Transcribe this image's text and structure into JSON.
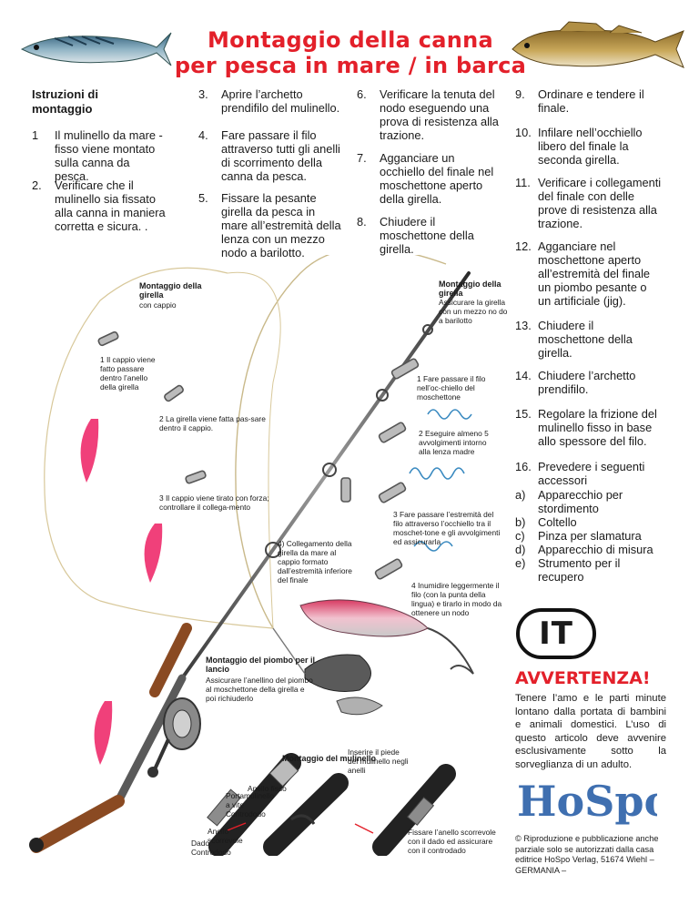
{
  "title": {
    "line1": "Montaggio della canna",
    "line2": "per pesca in mare / in barca"
  },
  "instructions_heading": "Istruzioni di montaggio",
  "steps": [
    {
      "n": "1",
      "text": "Il mulinello da mare - fisso viene montato sulla canna da pesca."
    },
    {
      "n": "2.",
      "text": "Verificare che il mulinello sia fissato alla canna in maniera corretta e sicura. ."
    },
    {
      "n": "3.",
      "text": "Aprire l’archetto prendifilo del mulinello."
    },
    {
      "n": "4.",
      "text": "Fare passare il filo attraverso tutti gli anelli di scorrimento della canna da pesca."
    },
    {
      "n": "5.",
      "text": "Fissare la pesante girella da pesca in mare all’estremità della lenza con un mezzo nodo a barilotto."
    },
    {
      "n": "6.",
      "text": "Verificare la tenuta del nodo eseguendo una prova di resistenza alla trazione."
    },
    {
      "n": "7.",
      "text": "Agganciare un occhiello del finale nel moschettone aperto della girella."
    },
    {
      "n": "8.",
      "text": "Chiudere il moschettone della girella."
    },
    {
      "n": "9.",
      "text": "Ordinare e tendere il finale."
    },
    {
      "n": "10.",
      "text": "Infilare nell’occhiello libero del finale la seconda girella."
    },
    {
      "n": "11.",
      "text": "Verificare i collegamenti del finale con delle prove di resistenza alla trazione."
    },
    {
      "n": "12.",
      "text": "Agganciare nel moschettone aperto all’estremità del finale un piombo pesante o un artificiale (jig)."
    },
    {
      "n": "13.",
      "text": "Chiudere il moschettone della girella."
    },
    {
      "n": "14.",
      "text": "Chiudere l’archetto prendifilo."
    },
    {
      "n": "15.",
      "text": "Regolare la frizione del mulinello fisso in base allo spessore del filo."
    },
    {
      "n": "16.",
      "text": "Prevedere i seguenti accessori"
    }
  ],
  "accessories": [
    {
      "k": "a)",
      "text": "Apparecchio per stordimento"
    },
    {
      "k": "b)",
      "text": "Coltello"
    },
    {
      "k": "c)",
      "text": "Pinza per slamatura"
    },
    {
      "k": "d)",
      "text": "Apparecchio di misura"
    },
    {
      "k": "e)",
      "text": "Strumento per il recupero"
    }
  ],
  "diagram": {
    "girella_left": {
      "title": "Montaggio della girella",
      "sub": "con cappio"
    },
    "girella_right": {
      "title": "Montaggio della girella",
      "sub": "Assicurare la girella con un mezzo no do a barilotto"
    },
    "cap1": "1 Il cappio viene fatto passare dentro l’anello della girella",
    "cap2": "2 La girella viene fatta pas-sare dentro il cappio.",
    "cap3": "3 Il cappio viene tirato con forza; controllare il collega-mento",
    "cap4": "4) Collegamento della girella da mare al cappio formato dall’estremità inferiore del finale",
    "r1": "1 Fare passare il filo nell’oc-chiello del moschettone",
    "r2": "2 Eseguire almeno 5 avvolgimenti intorno alla lenza madre",
    "r3": "3 Fare passare l’estremità del filo attraverso l’occhiello tra il moschet-tone e gli avvolgimenti ed assicurarla",
    "r4": "4 Inumidire leggermente il filo (con la punta della lingua) e tirarlo in modo da ottenere un nodo",
    "piombo": {
      "title": "Montaggio del piombo per il lancio",
      "sub": "Assicurare l’anellino del piombo al moschettone della girella e poi richiuderlo"
    },
    "mulinello_title": "Montaggio del mulinello",
    "anello_fisso": "Anello fisso",
    "inserire": "Inserire il piede del mulinello negli anelli",
    "portamulinello": "Portamulinello a vite Contrododo",
    "anello_scorrevole": "Anello scorrevole",
    "dado": "Dado Contrododo",
    "fissare": "Fissare l’anello scorrevole con il dado ed assicurare con il controdado"
  },
  "badge": "IT",
  "warning": {
    "heading": "AVVERTENZA!",
    "text": "Tenere l’amo e le parti minute lontano dalla portata di bambini e animali domestici. L’uso di questo articolo deve avvenire esclusivamente sotto la sorveglianza di un adulto."
  },
  "logo": "HoSpo",
  "copyright": "© Riproduzione e pubblicazione anche parziale solo se autorizzati dalla casa editrice HoSpo Verlag, 51674 Wiehl – GERMANIA –",
  "colors": {
    "title_red": "#e3202a",
    "logo_blue": "#3f6fb0",
    "feather_pink": "#ee2b6c",
    "rod_brown": "#8a4a22"
  }
}
